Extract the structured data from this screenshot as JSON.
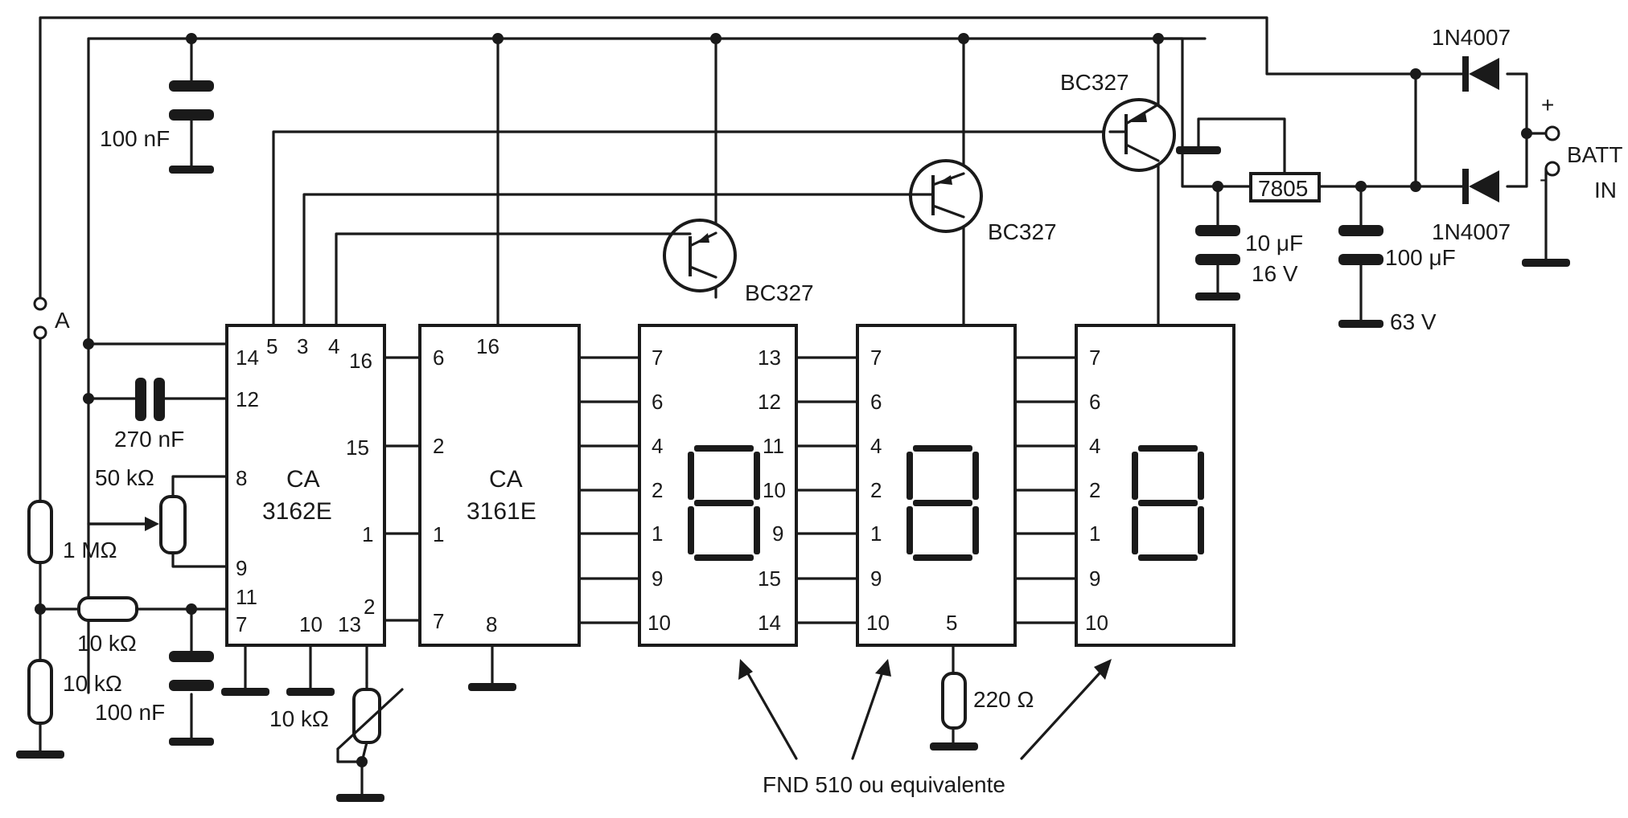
{
  "labels": {
    "switch": "A",
    "cap_100nF_top": "100 nF",
    "cap_270nF": "270 nF",
    "pot_50k": "50 kΩ",
    "res_1M": "1 MΩ",
    "res_10k_a": "10 kΩ",
    "res_10k_b": "10 kΩ",
    "cap_100nF_bottom": "100 nF",
    "ntc_10k": "10 kΩ",
    "res_220": "220 Ω",
    "cap_10uF_value": "10 μF",
    "cap_10uF_voltage": "16 V",
    "cap_100uF_value": "100 μF",
    "cap_100uF_voltage": "63 V",
    "regulator": "7805",
    "diode_top": "1N4007",
    "diode_bottom": "1N4007",
    "batt_plus": "+",
    "batt_minus": "-",
    "batt_line1": "BATT",
    "batt_line2": "IN",
    "transistor_1": "BC327",
    "transistor_2": "BC327",
    "transistor_3": "BC327",
    "display_caption": "FND 510 ou equivalente"
  },
  "ic_adc": {
    "name_line1": "CA",
    "name_line2": "3162E",
    "pins": {
      "p14": "14",
      "p5": "5",
      "p3": "3",
      "p4": "4",
      "p16": "16",
      "p12": "12",
      "p15": "15",
      "p8": "8",
      "p1": "1",
      "p9": "9",
      "p11": "11",
      "p7": "7",
      "p10": "10",
      "p13": "13",
      "p2": "2"
    }
  },
  "ic_driver": {
    "name_line1": "CA",
    "name_line2": "3161E",
    "pins": {
      "p6": "6",
      "p16": "16",
      "p2": "2",
      "p1": "1",
      "p7": "7",
      "p8": "8"
    }
  },
  "display_left_pins": [
    "7",
    "6",
    "4",
    "2",
    "1",
    "9",
    "10"
  ],
  "display_right_pins": [
    "13",
    "12",
    "11",
    "10",
    "9",
    "15",
    "14"
  ],
  "display_bottom_pin": "5",
  "colors": {
    "ink": "#1a1a1a",
    "background": "#ffffff"
  }
}
